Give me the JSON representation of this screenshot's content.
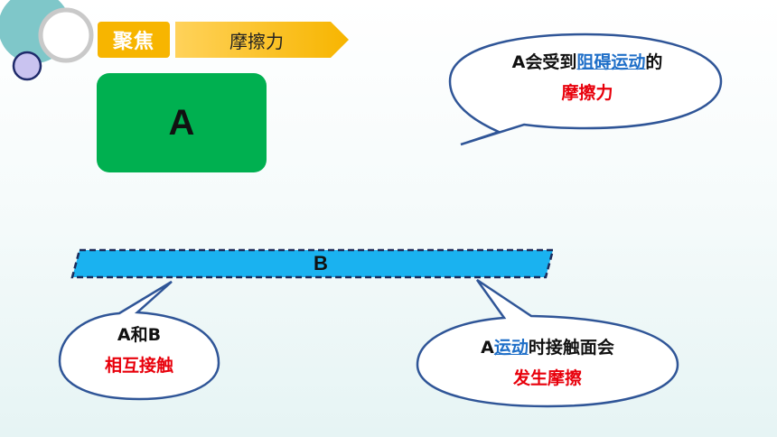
{
  "header": {
    "tag_label": "聚焦",
    "topic_label": "摩擦力"
  },
  "block_a": {
    "label": "A"
  },
  "plank_b": {
    "label": "B"
  },
  "bubble_top": {
    "line1_prefix": "A会受到",
    "line1_highlight": "阻碍运动",
    "line1_suffix": "的",
    "line2": "摩擦力"
  },
  "bubble_left": {
    "line1": "A和B",
    "line2": "相互接触"
  },
  "bubble_right": {
    "line1_prefix": "A",
    "line1_highlight": "运动",
    "line1_suffix": "时接触面会",
    "line2": "发生摩擦"
  },
  "colors": {
    "tag_fill": "#f7b500",
    "block_a_fill": "#00b050",
    "plank_fill": "#1ab2f0",
    "plank_border": "#1c2b5a",
    "highlight_blue": "#1f6fc8",
    "highlight_red": "#e8000b",
    "bubble_border": "#2f5597"
  }
}
